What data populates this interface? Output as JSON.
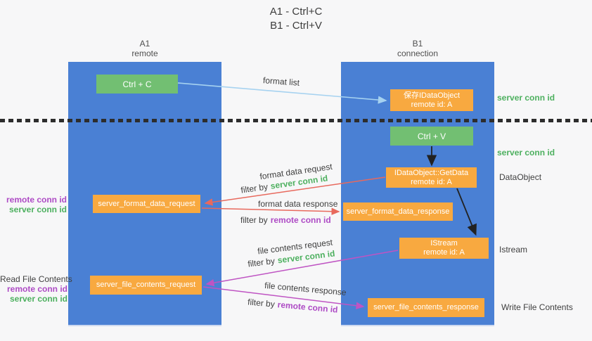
{
  "title": {
    "line1": "A1 - Ctrl+C",
    "line2": "B1 - Ctrl+V"
  },
  "columns": {
    "a1": {
      "name": "A1",
      "subtitle": "remote"
    },
    "b1": {
      "name": "B1",
      "subtitle": "connection"
    }
  },
  "nodes": {
    "ctrl_c": {
      "label": "Ctrl + C"
    },
    "save_dataobject": {
      "line1": "保存IDataObject",
      "line2": "remote id: A"
    },
    "ctrl_v": {
      "label": "Ctrl + V"
    },
    "getdata": {
      "line1": "IDataObject::GetData",
      "line2": "remote id: A"
    },
    "istream": {
      "line1": "IStream",
      "line2": "remote id: A"
    },
    "format_request": {
      "label": "server_format_data_request"
    },
    "format_response": {
      "label": "server_format_data_response"
    },
    "file_request": {
      "label": "server_file_contents_request"
    },
    "file_response": {
      "label": "server_file_contents_response"
    }
  },
  "arrow_labels": {
    "format_list": "format list",
    "format_data_request": "format data request",
    "format_data_response": "format data response",
    "file_contents_request": "file contents request",
    "file_contents_response": "file contents response",
    "filter_by": "filter by",
    "server_conn_id": "server conn id",
    "remote_conn_id": "remote conn id"
  },
  "side_labels": {
    "server_conn_id": "server conn id",
    "remote_conn_id": "remote conn id",
    "dataobject": "DataObject",
    "istream": "Istream",
    "read_file_contents": "Read File Contents",
    "write_file_contents": "Write File Contents"
  },
  "colors": {
    "column_blue": "#4a80d4",
    "node_green": "#72bf72",
    "node_orange": "#f8a940",
    "arrow_blue": "#a6d2f0",
    "arrow_red": "#e8695d",
    "arrow_magenta": "#bf54c3",
    "arrow_black": "#222222",
    "text_green": "#4db05f",
    "text_purple": "#ae4bc5"
  }
}
